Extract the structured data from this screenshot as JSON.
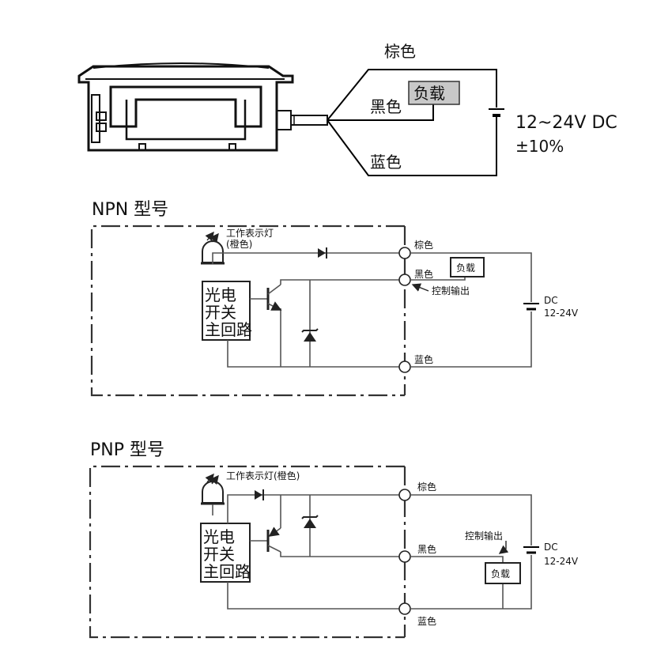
{
  "top_diagram": {
    "wire_brown": "棕色",
    "wire_black": "黑色",
    "wire_blue": "蓝色",
    "load": "负载",
    "supply_voltage": "12~24V DC",
    "supply_tolerance": "±10%"
  },
  "npn": {
    "title": "NPN 型号",
    "indicator": "工作表示灯",
    "indicator_color": "(橙色)",
    "circuit_line1": "光电",
    "circuit_line2": "开关",
    "circuit_line3": "主回路",
    "term_brown": "棕色",
    "term_black": "黑色",
    "term_blue": "蓝色",
    "load": "负载",
    "control_output": "控制输出",
    "dc": "DC",
    "dc_range": "12-24V"
  },
  "pnp": {
    "title": "PNP 型号",
    "indicator": "工作表示灯(橙色)",
    "circuit_line1": "光电",
    "circuit_line2": "开关",
    "circuit_line3": "主回路",
    "term_brown": "棕色",
    "term_black": "黑色",
    "term_blue": "蓝色",
    "load": "负载",
    "control_output": "控制输出",
    "dc": "DC",
    "dc_range": "12-24V"
  },
  "colors": {
    "line": "#555555",
    "load_box_fill": "#c8c8c8"
  }
}
